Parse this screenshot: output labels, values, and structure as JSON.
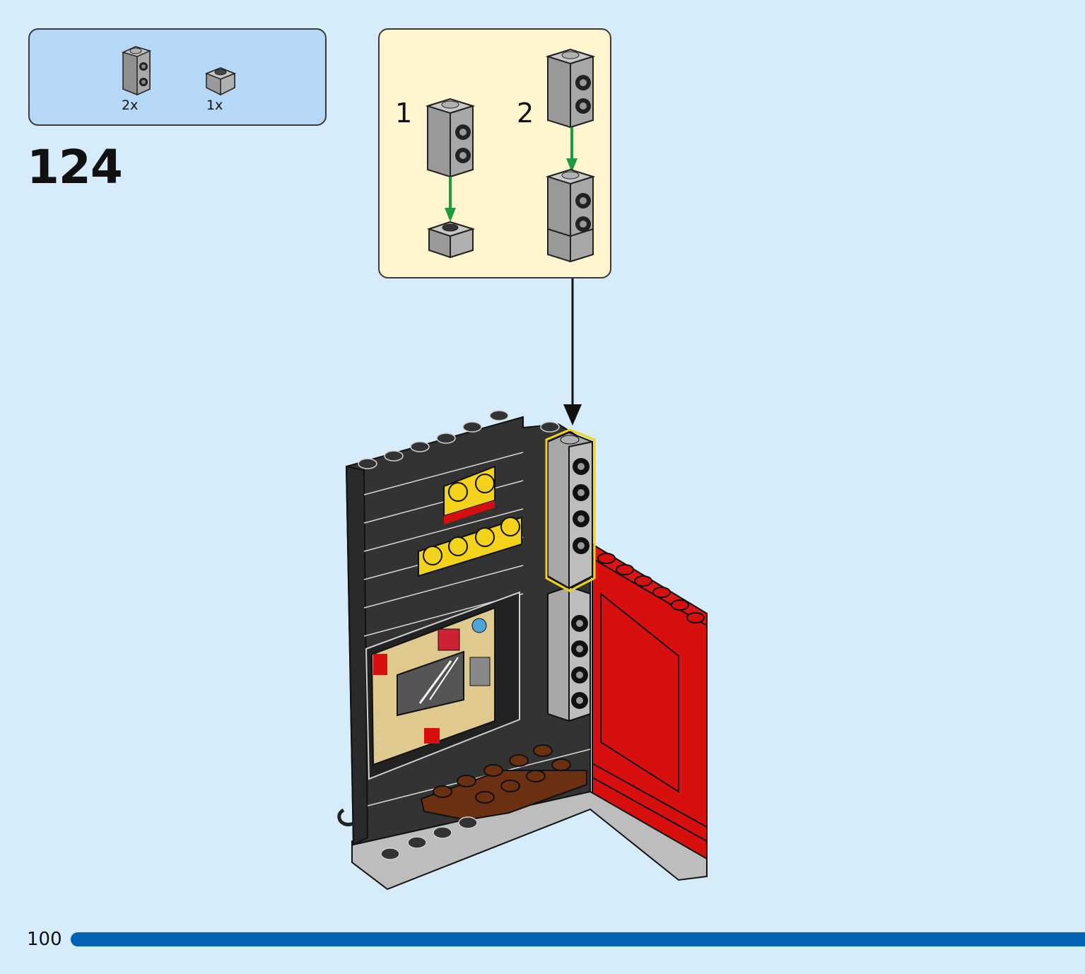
{
  "parts_list": {
    "items": [
      {
        "icon": "gray-brick-1x1-two-studs-side-icon",
        "qty": "2x"
      },
      {
        "icon": "gray-brick-1x1-icon",
        "qty": "1x"
      }
    ]
  },
  "step": {
    "number": "124"
  },
  "sub_assembly": {
    "steps": [
      {
        "label": "1"
      },
      {
        "label": "2"
      }
    ]
  },
  "footer": {
    "page_number": "100",
    "progress": 1.0
  },
  "colors": {
    "background": "#d6ecfb",
    "parts_box": "#b5d8f6",
    "sub_box": "#fff5cf",
    "progress": "#0063b4",
    "arrow_green": "#1f9a3c",
    "highlight": "#f2d21b"
  }
}
